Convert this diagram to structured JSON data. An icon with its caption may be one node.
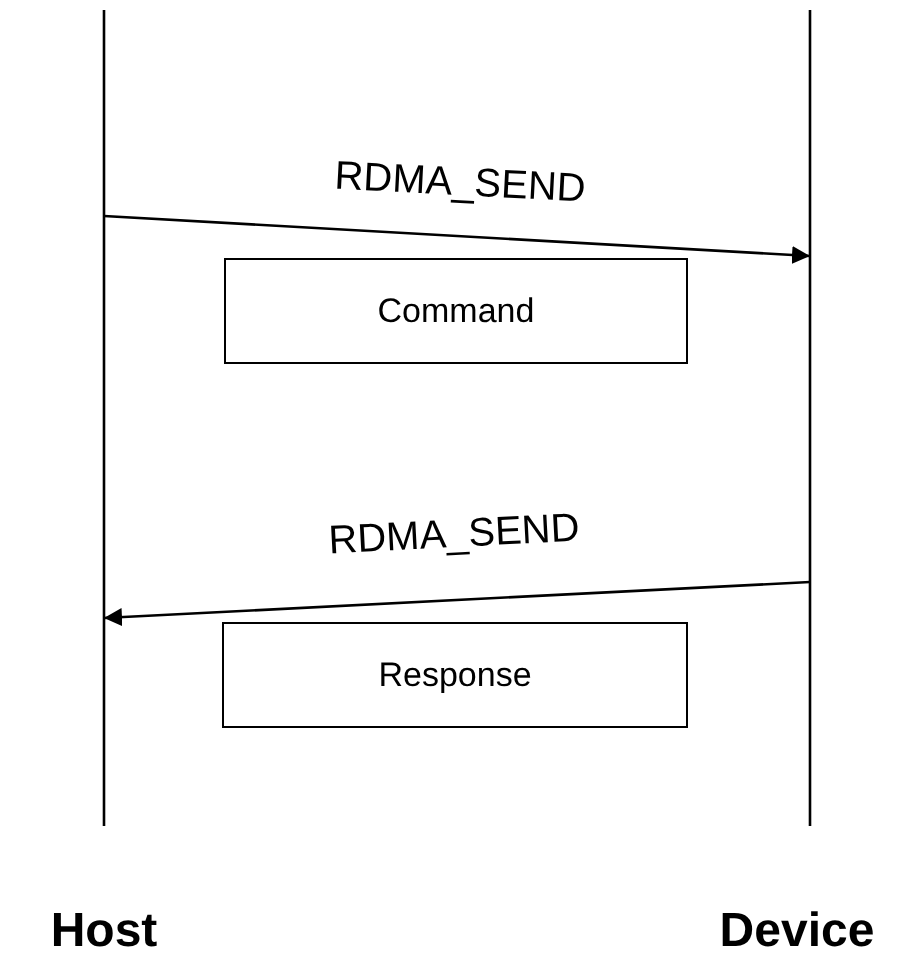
{
  "diagram": {
    "nodes": [
      {
        "text": [
          "Host"
        ]
      },
      {
        "text": [
          "Device"
        ]
      },
      {
        "text": [
          "Command"
        ]
      },
      {
        "text": [
          "Response"
        ]
      }
    ],
    "edges": [
      {
        "from": 0,
        "to": 1,
        "arrow": "to",
        "label": "RDMA_SEND"
      },
      {
        "from": 1,
        "to": 0,
        "arrow": "to",
        "label": "RDMA_SEND"
      }
    ]
  }
}
